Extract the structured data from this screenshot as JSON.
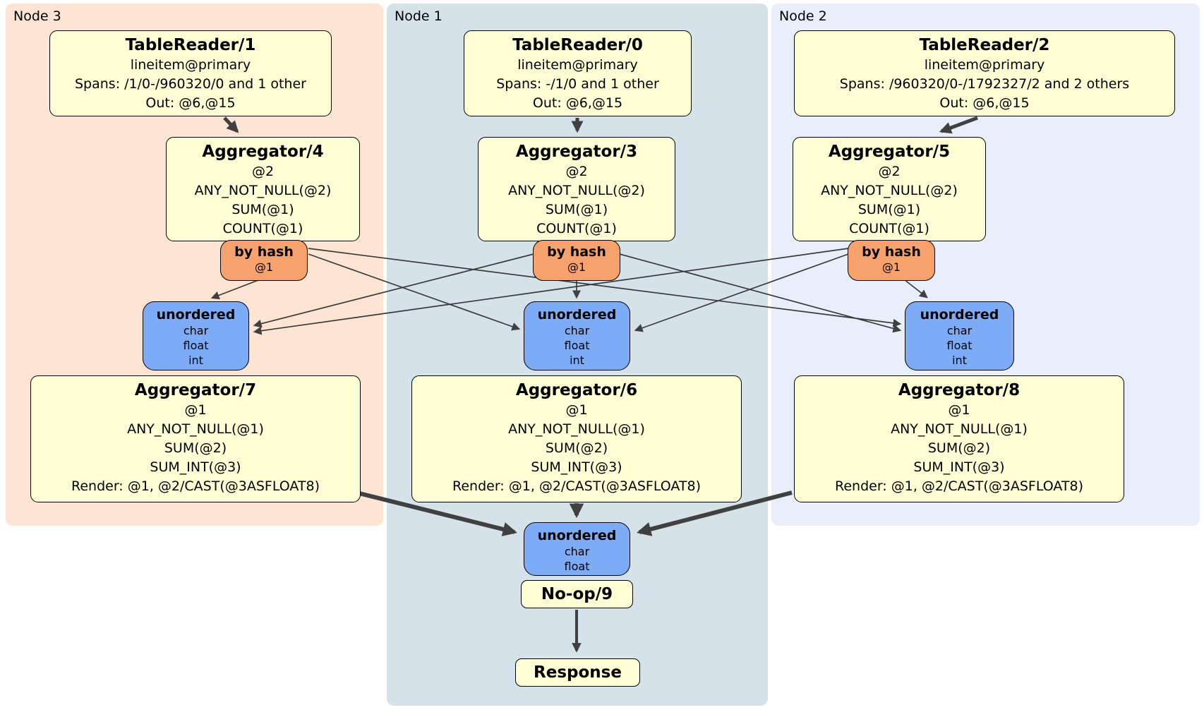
{
  "regions": {
    "node3": {
      "label": "Node 3"
    },
    "node1": {
      "label": "Node 1"
    },
    "node2": {
      "label": "Node 2"
    }
  },
  "colors": {
    "processor_fill": "#ffffd6",
    "router_fill": "#f7a26c",
    "sync_fill": "#7dabf5",
    "node3_bg": "#fde4d3",
    "node1_bg": "#d5e2ea",
    "node2_bg": "#e9effa",
    "edge": "#404040"
  },
  "boxes": {
    "tr1": {
      "title": "TableReader/1",
      "lines": [
        "lineitem@primary",
        "Spans: /1/0-/960320/0 and 1 other",
        "Out: @6,@15"
      ]
    },
    "tr0": {
      "title": "TableReader/0",
      "lines": [
        "lineitem@primary",
        "Spans: -/1/0 and 1 other",
        "Out: @6,@15"
      ]
    },
    "tr2": {
      "title": "TableReader/2",
      "lines": [
        "lineitem@primary",
        "Spans: /960320/0-/1792327/2 and 2 others",
        "Out: @6,@15"
      ]
    },
    "agg4": {
      "title": "Aggregator/4",
      "lines": [
        "@2",
        "ANY_NOT_NULL(@2)",
        "SUM(@1)",
        "COUNT(@1)"
      ]
    },
    "agg3": {
      "title": "Aggregator/3",
      "lines": [
        "@2",
        "ANY_NOT_NULL(@2)",
        "SUM(@1)",
        "COUNT(@1)"
      ]
    },
    "agg5": {
      "title": "Aggregator/5",
      "lines": [
        "@2",
        "ANY_NOT_NULL(@2)",
        "SUM(@1)",
        "COUNT(@1)"
      ]
    },
    "hash3": {
      "title": "by hash",
      "sub": "@1"
    },
    "hash1": {
      "title": "by hash",
      "sub": "@1"
    },
    "hash2": {
      "title": "by hash",
      "sub": "@1"
    },
    "un3": {
      "title": "unordered",
      "lines": [
        "char",
        "float",
        "int"
      ]
    },
    "un1": {
      "title": "unordered",
      "lines": [
        "char",
        "float",
        "int"
      ]
    },
    "un2": {
      "title": "unordered",
      "lines": [
        "char",
        "float",
        "int"
      ]
    },
    "agg7": {
      "title": "Aggregator/7",
      "lines": [
        "@1",
        "ANY_NOT_NULL(@1)",
        "SUM(@2)",
        "SUM_INT(@3)",
        "Render: @1, @2/CAST(@3ASFLOAT8)"
      ]
    },
    "agg6": {
      "title": "Aggregator/6",
      "lines": [
        "@1",
        "ANY_NOT_NULL(@1)",
        "SUM(@2)",
        "SUM_INT(@3)",
        "Render: @1, @2/CAST(@3ASFLOAT8)"
      ]
    },
    "agg8": {
      "title": "Aggregator/8",
      "lines": [
        "@1",
        "ANY_NOT_NULL(@1)",
        "SUM(@2)",
        "SUM_INT(@3)",
        "Render: @1, @2/CAST(@3ASFLOAT8)"
      ]
    },
    "unFinal": {
      "title": "unordered",
      "lines": [
        "char",
        "float"
      ]
    },
    "noop": {
      "title": "No-op/9"
    },
    "response": {
      "title": "Response"
    }
  }
}
